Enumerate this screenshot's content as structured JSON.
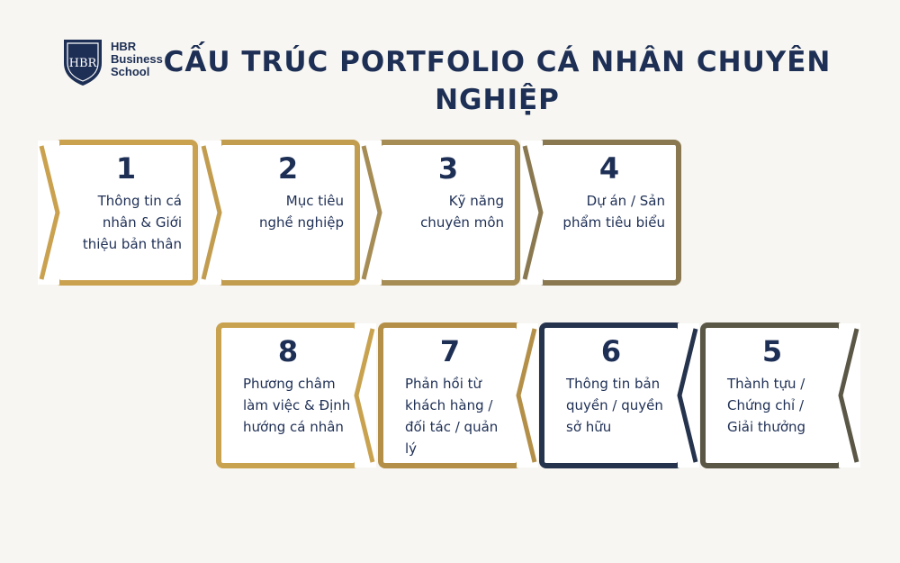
{
  "logo": {
    "monogram": "HBR",
    "lines": [
      "HBR",
      "Business",
      "School"
    ]
  },
  "title_lines": [
    "CẤU TRÚC PORTFOLIO CÁ NHÂN CHUYÊN",
    "NGHIỆP"
  ],
  "colors": {
    "navy": "#1e2f55",
    "gold": "#c9a24f",
    "gold_mid": "#b9964f",
    "bronze": "#a38a55",
    "olive": "#8a7850",
    "slate": "#25334d",
    "dark_olive": "#5a5746",
    "background": "#f7f6f2"
  },
  "steps": [
    {
      "number": "1",
      "lines": [
        "Thông tin cá",
        "nhân & Giới",
        "thiệu bản thân"
      ],
      "color": "#caa14e",
      "direction": "right"
    },
    {
      "number": "2",
      "lines": [
        "Mục tiêu",
        "nghề nghiệp"
      ],
      "color": "#c29d50",
      "direction": "right"
    },
    {
      "number": "3",
      "lines": [
        "Kỹ năng",
        "chuyên môn"
      ],
      "color": "#a68c55",
      "direction": "right"
    },
    {
      "number": "4",
      "lines": [
        "Dự án / Sản",
        "phẩm tiêu biểu"
      ],
      "color": "#8a7850",
      "direction": "right"
    },
    {
      "number": "5",
      "lines": [
        "Thành tựu /",
        "Chứng chỉ /",
        "Giải thưởng"
      ],
      "color": "#5a5746",
      "direction": "left"
    },
    {
      "number": "6",
      "lines": [
        "Thông tin bản",
        "quyền / quyền",
        "sở hữu"
      ],
      "color": "#25334d",
      "direction": "left"
    },
    {
      "number": "7",
      "lines": [
        "Phản hồi từ",
        "khách hàng /",
        "đối tác / quản",
        "lý"
      ],
      "color": "#b48f48",
      "direction": "left"
    },
    {
      "number": "8",
      "lines": [
        "Phương châm",
        "làm việc & Định",
        "hướng cá nhân"
      ],
      "color": "#c9a24f",
      "direction": "left"
    }
  ]
}
